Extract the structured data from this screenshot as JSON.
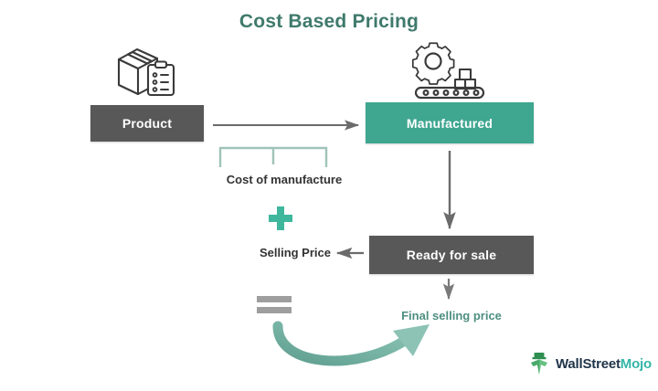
{
  "diagram": {
    "title": "Cost Based Pricing",
    "background": "#ffffff",
    "colors": {
      "title": "#3f7a6c",
      "teal": "#3fa690",
      "gray_box": "#585858",
      "text_dark": "#333333",
      "final_price_text": "#4e8f80",
      "arrow_gray": "#6b6b6b",
      "bracket": "#9fc3b9",
      "plus": "#3fb79d",
      "curved_arrow": "#6fae9f"
    },
    "nodes": [
      {
        "id": "product",
        "label": "Product",
        "fill": "#585858",
        "text_color": "#ffffff"
      },
      {
        "id": "manufactured",
        "label": "Manufactured",
        "fill": "#3fa690",
        "text_color": "#ffffff"
      },
      {
        "id": "ready_for_sale",
        "label": "Ready for sale",
        "fill": "#585858",
        "text_color": "#ffffff"
      }
    ],
    "labels": [
      {
        "id": "cost_of_manufacture",
        "text": "Cost of manufacture"
      },
      {
        "id": "selling_price",
        "text": "Selling Price"
      },
      {
        "id": "final_selling_price",
        "text": "Final selling price"
      }
    ],
    "icons": [
      {
        "id": "product_box",
        "name": "package-clipboard-icon"
      },
      {
        "id": "factory",
        "name": "gear-conveyor-icon"
      },
      {
        "id": "plus",
        "name": "plus-icon"
      },
      {
        "id": "equals",
        "name": "equals-icon"
      },
      {
        "id": "bracket",
        "name": "brace-bracket-icon"
      },
      {
        "id": "curved_arrow",
        "name": "curved-arrow-icon"
      }
    ],
    "edges": [
      {
        "id": "product_to_manufactured",
        "from": "product",
        "to": "manufactured",
        "direction": "right"
      },
      {
        "id": "manufactured_to_ready",
        "from": "manufactured",
        "to": "ready_for_sale",
        "direction": "down"
      },
      {
        "id": "ready_to_selling_price",
        "from": "ready_for_sale",
        "to": "selling_price",
        "direction": "left"
      },
      {
        "id": "ready_to_final_price",
        "from": "ready_for_sale",
        "to": "final_selling_price",
        "direction": "down"
      },
      {
        "id": "equals_to_final_price",
        "from": "equals",
        "to": "final_selling_price",
        "direction": "curved-up-right"
      }
    ]
  },
  "logo": {
    "name": "wallstreetmojo-logo",
    "text_primary": "WallStreet",
    "text_accent": "Mojo"
  }
}
